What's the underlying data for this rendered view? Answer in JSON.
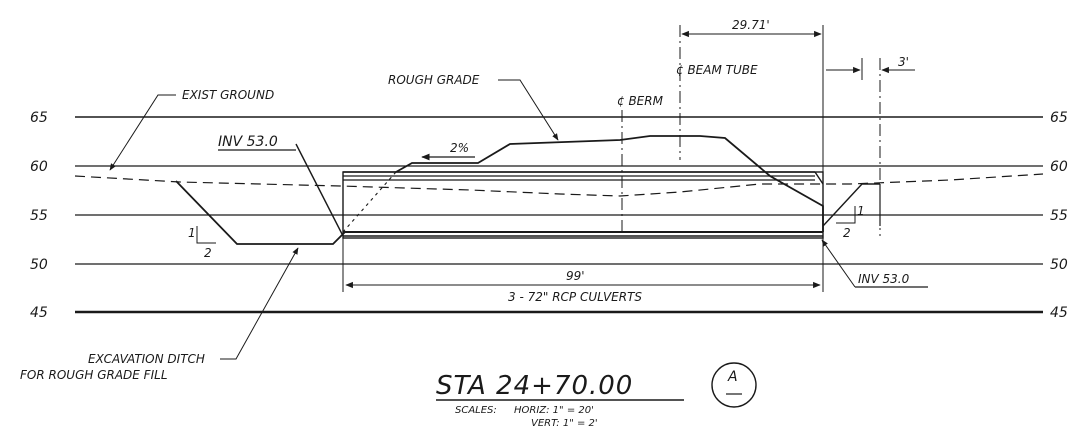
{
  "section": {
    "station_title": "STA 24+70.00",
    "section_mark": "A",
    "scales_label": "SCALES:",
    "scale_horiz": "HORIZ: 1\" = 20'",
    "scale_vert": "VERT: 1\" = 2'"
  },
  "elevations": [
    "65",
    "60",
    "55",
    "50",
    "45"
  ],
  "labels": {
    "exist_ground": "EXIST GROUND",
    "rough_grade": "ROUGH GRADE",
    "berm": "¢ BERM",
    "beam_tube": "¢ BEAM TUBE",
    "inv_left": "INV 53.0",
    "inv_right": "INV 53.0",
    "slope_pct": "2%",
    "slope_left_v": "1",
    "slope_left_h": "2",
    "slope_right_v": "1",
    "slope_right_h": "2",
    "excavation_line1": "EXCAVATION DITCH",
    "excavation_line2": "FOR ROUGH GRADE FILL"
  },
  "dimensions": {
    "culvert_length": "99'",
    "culvert_desc": "3 - 72\" RCP CULVERTS",
    "beam_offset": "29.71'",
    "offset_3": "3'"
  }
}
